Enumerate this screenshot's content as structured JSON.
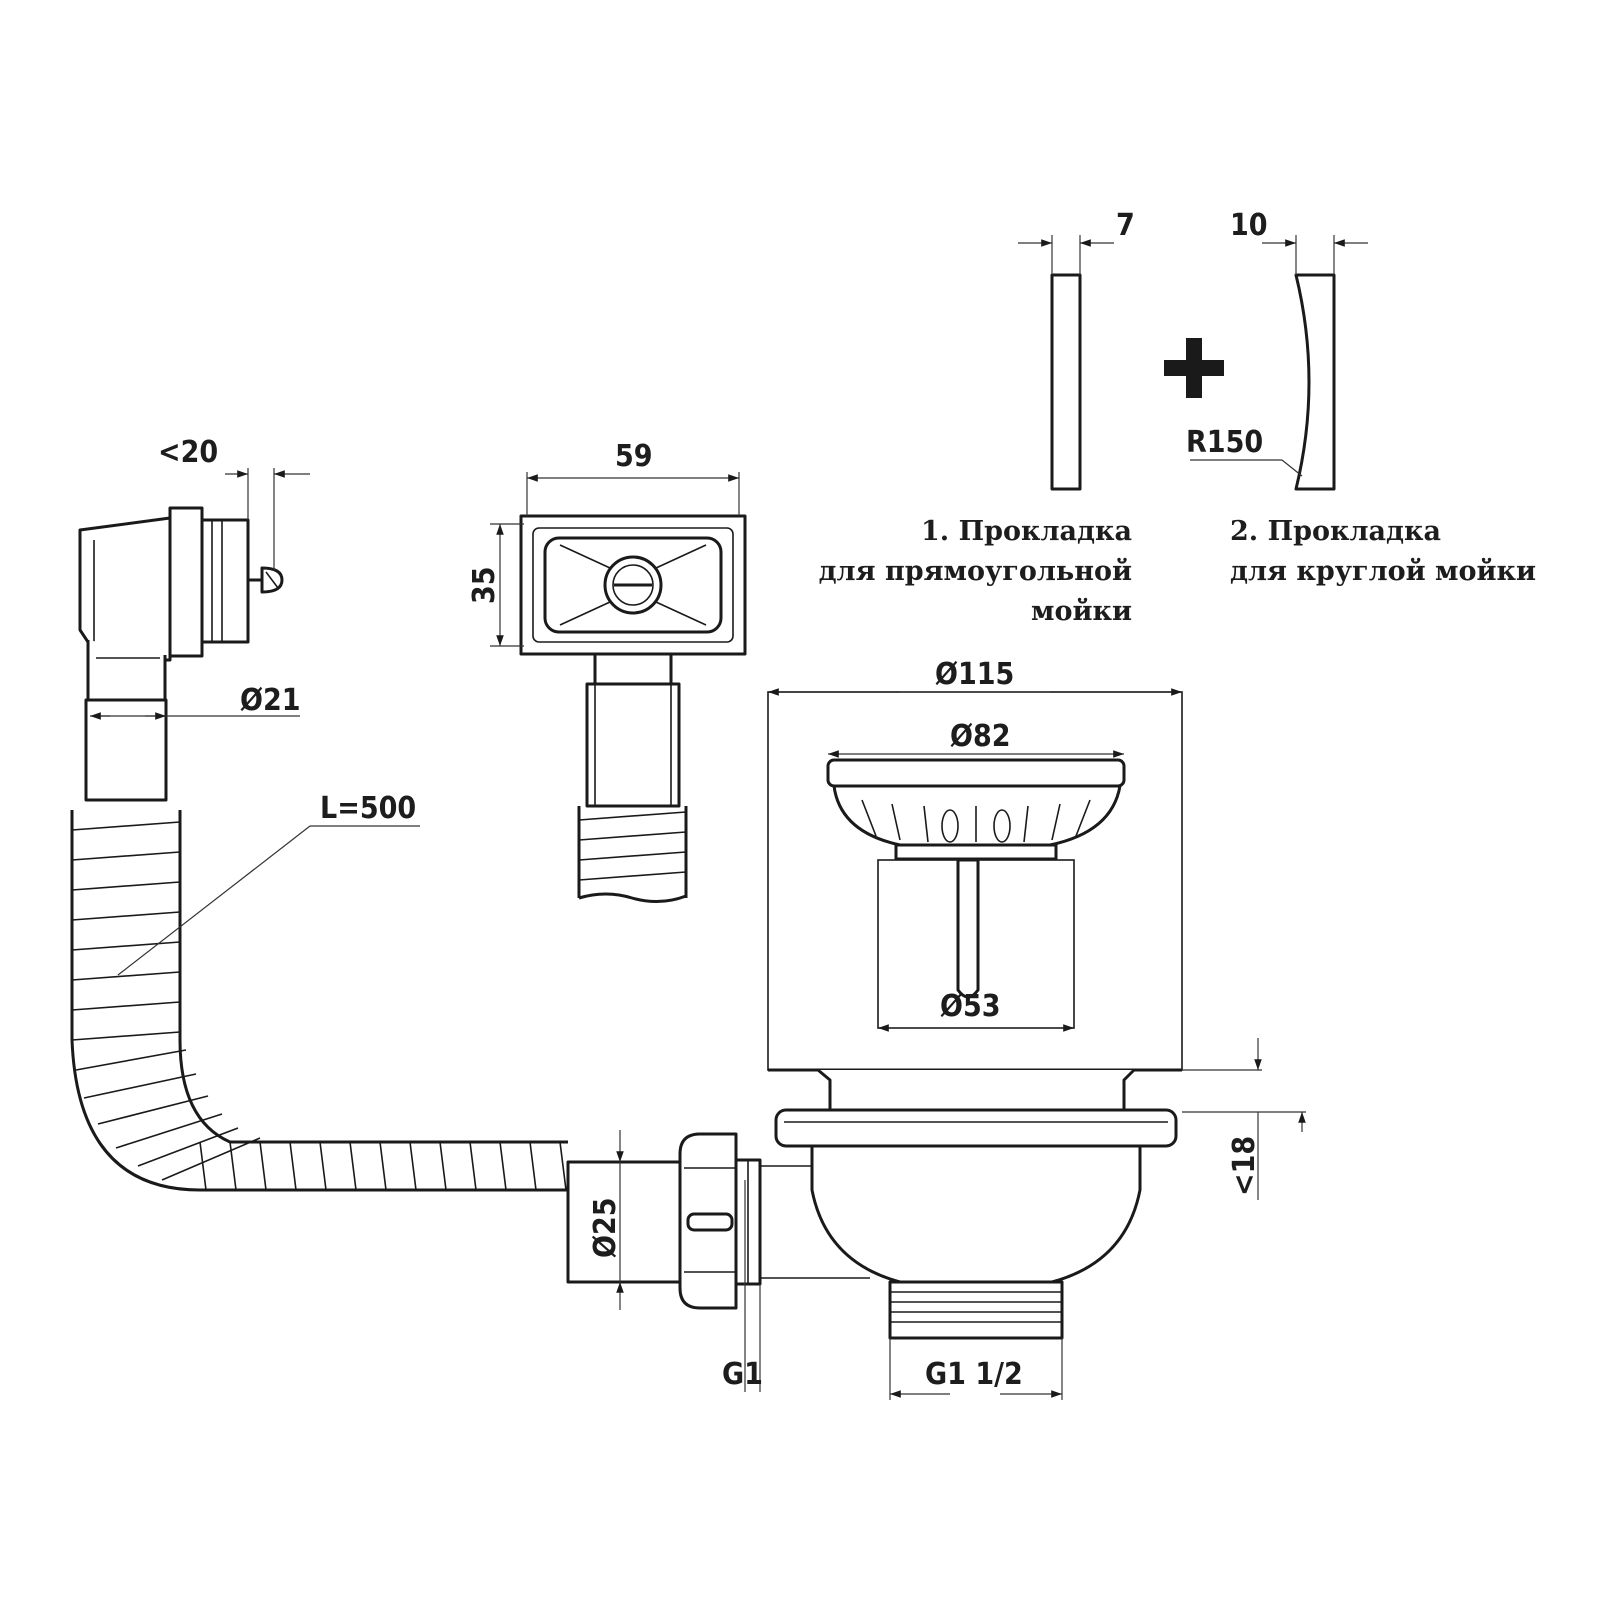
{
  "labels": {
    "lt20": "<20",
    "d21": "Ø21",
    "l500": "L=500",
    "w59": "59",
    "h35": "35",
    "t7": "7",
    "t10": "10",
    "plus": "+",
    "r150": "R150",
    "d115": "Ø115",
    "d82": "Ø82",
    "d53": "Ø53",
    "lt18": "<18",
    "d25": "Ø25",
    "g1": "G1",
    "g112": "G1 1/2"
  },
  "captions": {
    "gasket1": [
      "1. Прокладка",
      "для прямоугольной",
      "мойки"
    ],
    "gasket2": [
      "2. Прокладка",
      "для круглой мойки"
    ]
  },
  "colors": {
    "line": "#1a1a1a",
    "text": "#1d1d1d",
    "background": "#ffffff"
  }
}
